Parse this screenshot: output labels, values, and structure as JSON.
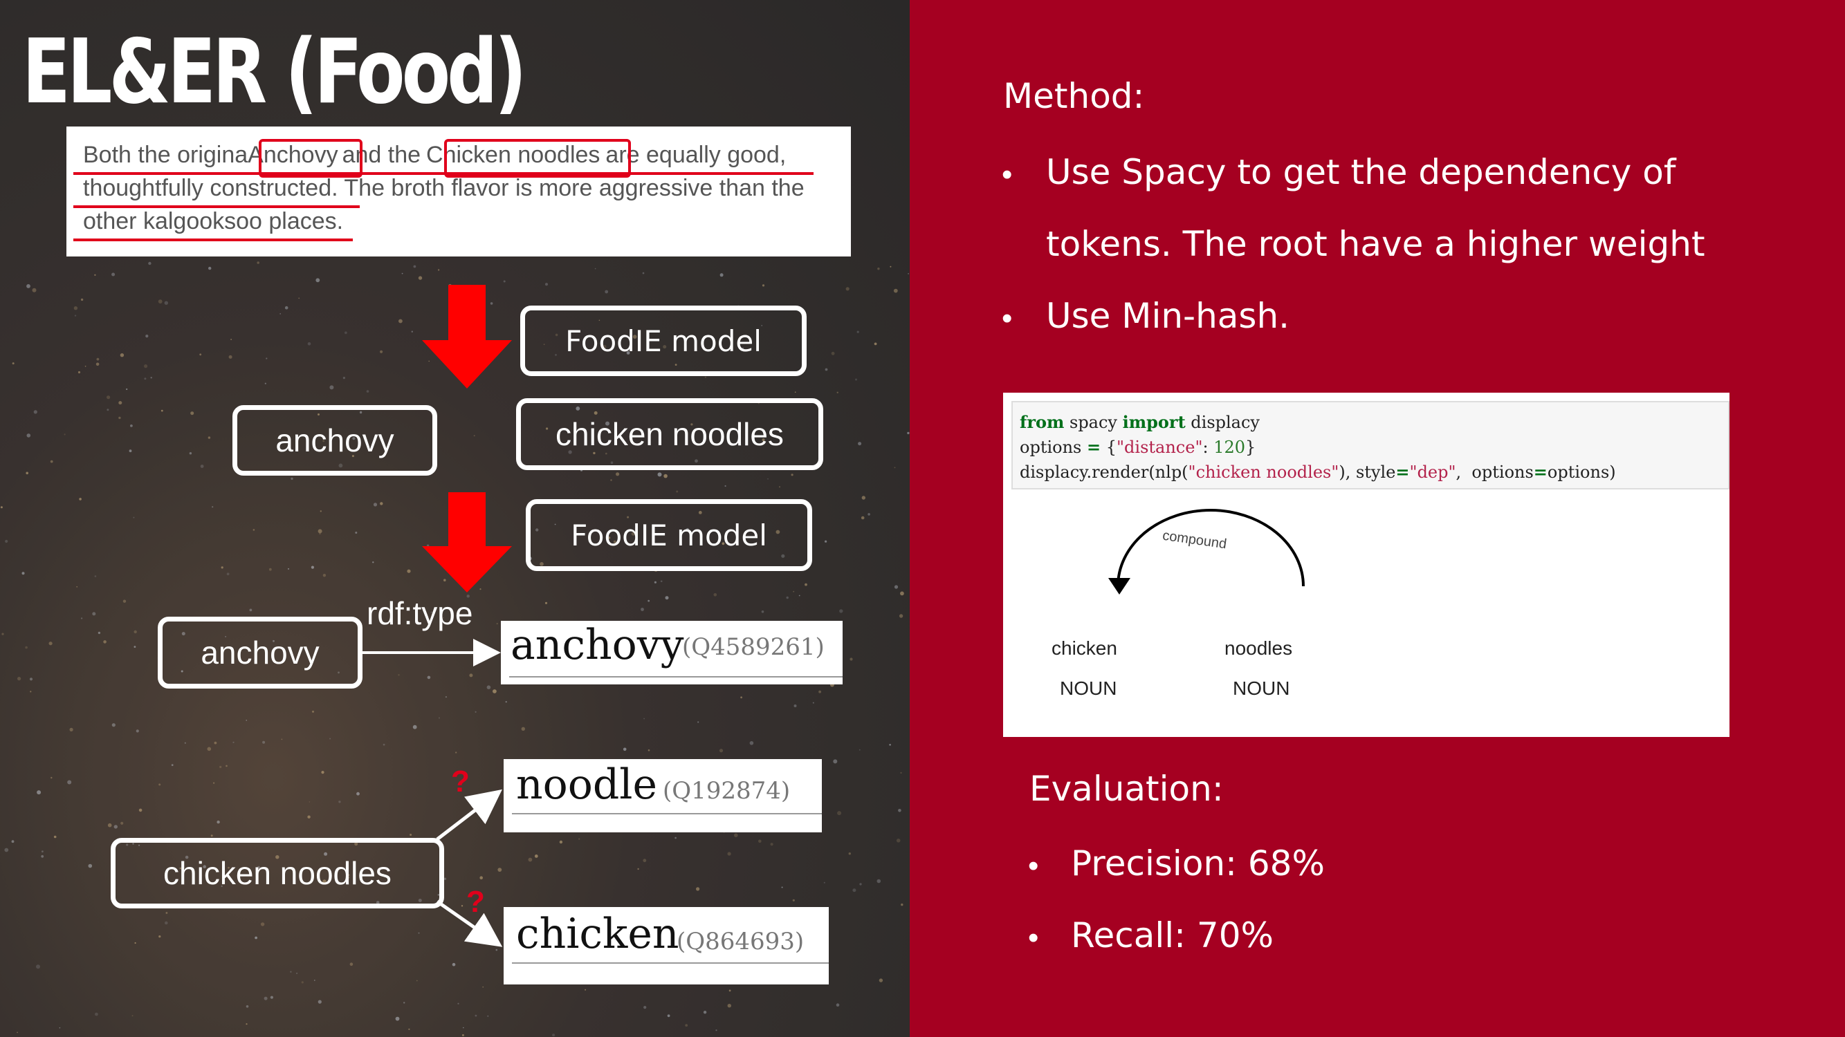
{
  "title": "EL&ER (Food)",
  "review": {
    "line1": [
      "Both the origina",
      "Anchovy",
      "and the",
      "Chicken noodles",
      "are equally good,"
    ],
    "line2a": "thoughtfully constructed",
    "line2b": ". The broth flavor is more aggressive than the",
    "line3": "other kalgooksoo places."
  },
  "pipeline": {
    "model1": "FoodIE model",
    "model2": "FoodIE model",
    "extracted1": "anchovy",
    "extracted2": "chicken noodles",
    "relation": "rdf:type",
    "source1": "anchovy",
    "source2": "chicken noodles",
    "question": "?"
  },
  "entities": [
    {
      "name": "anchovy",
      "id": "(Q4589261)"
    },
    {
      "name": "noodle",
      "id": "(Q192874)"
    },
    {
      "name": "chicken",
      "id": "(Q864693)"
    }
  ],
  "method": {
    "heading": "Method:",
    "b1_l1": "Use  Spacy  to  get  the  dependency  of",
    "b1_l2": "tokens. The root have a higher weight",
    "b2": "Use Min-hash."
  },
  "code": {
    "l1": {
      "kw1": "from",
      "t1": " spacy ",
      "kw2": "import",
      "t2": " displacy"
    },
    "l2": {
      "t1": "options ",
      "op": "=",
      "t2": " {",
      "s1": "\"distance\"",
      "t3": ": ",
      "n1": "120",
      "t4": "}"
    },
    "l3": {
      "t1": "displacy.render(nlp(",
      "s1": "\"chicken noodles\"",
      "t2": "), style",
      "op": "=",
      "s2": "\"dep\"",
      "t3": ",  options",
      "op2": "=",
      "t4": "options)"
    }
  },
  "dependency": {
    "arc_label": "compound",
    "tokens": [
      {
        "word": "chicken",
        "tag": "NOUN"
      },
      {
        "word": "noodles",
        "tag": "NOUN"
      }
    ]
  },
  "evaluation": {
    "heading": "Evaluation:",
    "precision": "Precision: 68%",
    "recall": "Recall: 70%"
  },
  "bullet_char": "•",
  "colors": {
    "accent_red": "#a50021",
    "highlight_red": "#e0001b",
    "arrow_red": "#ff0000"
  }
}
